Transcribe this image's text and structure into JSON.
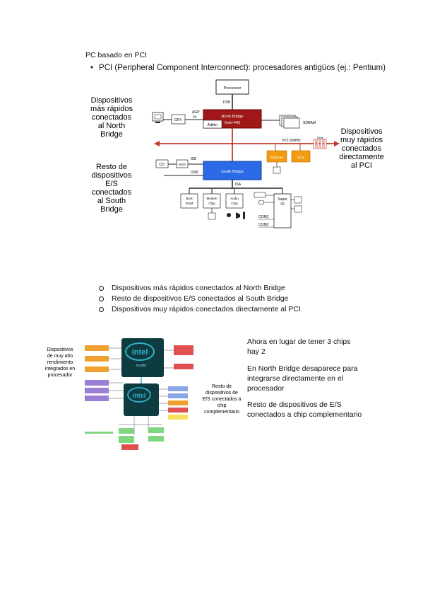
{
  "heading": "PC basado en PCI",
  "bullet": "PCI (Peripheral Component Interconnect): procesadores antigüos (ej.: Pentium)",
  "fig1": {
    "left_top_label": [
      "Dispositivos",
      "más rápidos",
      "conectados",
      "al North",
      "Bridge"
    ],
    "left_bottom_label": [
      "Resto de",
      "dispositivos",
      "E/S",
      "conectados",
      "al South",
      "Bridge"
    ],
    "right_label": [
      "Dispositivos",
      "muy rápidos",
      "conectados",
      "directamente",
      "al PCI"
    ],
    "processor": "Processor",
    "fsb": "FSB",
    "agp": "AGP",
    "agp2x": "2x",
    "gfx": "GFX",
    "north_bridge": "North Bridge",
    "intel440": "(Intel 440)",
    "arbiter": "Arbiter",
    "sdram": "SDRAM",
    "pci33": "PCI-33MHz",
    "slots": "Slots",
    "ethernet": "Ethernet",
    "scsi": "SCSI",
    "cd": "CD",
    "hdd": "HDD",
    "ide": "IDE",
    "usb": "USB",
    "south_bridge": "South Bridge",
    "isa": "ISA",
    "boot_rom": [
      "Boot",
      "ROM"
    ],
    "modem_chip": [
      "Modem",
      "Chip"
    ],
    "audio_chip": [
      "Audio",
      "Chip"
    ],
    "super_io": [
      "Super",
      "IO"
    ],
    "com1": "COM1",
    "com2": "COM2"
  },
  "list": [
    "Dispositivos más rápidos conectados al North Bridge",
    "Resto de dispositivos E/S conectados al South Bridge",
    "Dispositivos muy rápidos conectados directamente al PCI"
  ],
  "fig2": {
    "left_label": [
      "Dispositivos",
      "de muy alto",
      "rendimiento",
      "integrados en",
      "procesador"
    ],
    "right_label": [
      "Resto de",
      "dispositivos de",
      "E/S conectados a",
      "chip",
      "complementario"
    ],
    "intel_top": "intel",
    "inside_top": "inside",
    "intel_bottom": "intel"
  },
  "side_text": {
    "p1": "Ahora en lugar de tener 3 chips hay 2",
    "p2": "En North Bridge desaparece para integrarse directamente en el procesador",
    "p3": "Resto de dispositivos de E/S conectados a chip complementario"
  },
  "colors": {
    "north_bridge": "#a01818",
    "south_bridge": "#2b6ae6",
    "bus_red": "#c0392b",
    "orange": "#f39c12",
    "intel_bg": "#0d3b3f",
    "intel_ring": "#2fb0c8"
  }
}
